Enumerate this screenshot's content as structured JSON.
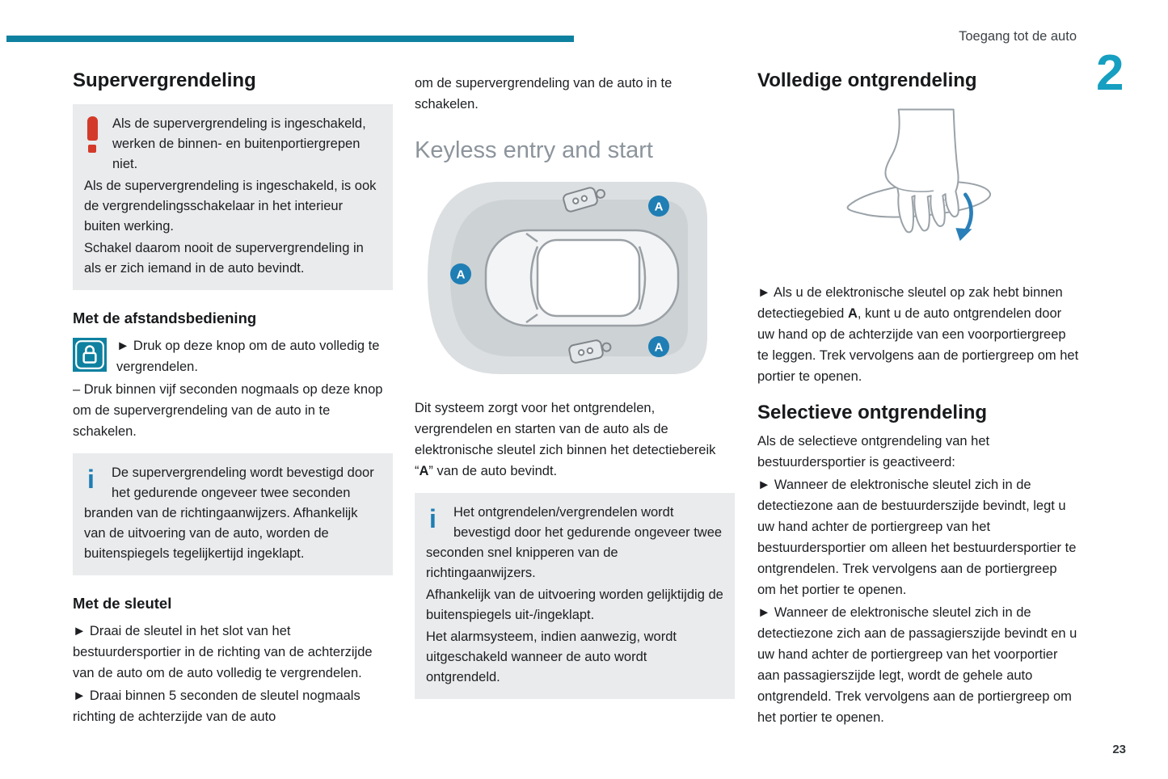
{
  "page": {
    "header": "Toegang tot de auto",
    "chapter": "2",
    "number": "23"
  },
  "colors": {
    "accent": "#0f81a0",
    "accent_bright": "#169fc0",
    "label_blue": "#1f7eb4",
    "warning_red": "#d43a2a",
    "box_bg": "#e9ebec"
  },
  "icons": {
    "info": "i"
  },
  "col1": {
    "heading": "Supervergrendeling",
    "warning": {
      "p1": "Als de supervergrendeling is ingeschakeld, werken de binnen- en buitenportiergrepen niet.",
      "p2": "Als de supervergrendeling is ingeschakeld, is ook de vergrendelingsschakelaar in het interieur buiten werking.",
      "p3": "Schakel daarom nooit de supervergrendeling in als er zich iemand in de auto bevindt."
    },
    "sub_remote": "Met de afstandsbediening",
    "remote_p1": "► Druk op deze knop om de auto volledig te vergrendelen.",
    "remote_p2": "– Druk binnen vijf seconden nogmaals op deze knop om de supervergrendeling van de auto in te schakelen.",
    "info_p1": "De supervergrendeling wordt bevestigd door het gedurende ongeveer twee seconden branden van de richtingaanwijzers. Afhankelijk van de uitvoering van de auto, worden de buitenspiegels tegelijkertijd ingeklapt.",
    "sub_key": "Met de sleutel",
    "key_p1": "► Draai de sleutel in het slot van het bestuurdersportier in de richting van de achterzijde van de auto om de auto volledig te vergrendelen.",
    "key_p2": "► Draai binnen 5 seconden de sleutel nogmaals richting de achterzijde van de auto"
  },
  "col2": {
    "continuation": "om de supervergrendeling van de auto in te schakelen.",
    "keyless_heading": "Keyless entry and start",
    "diagram": {
      "zone_label": "A"
    },
    "desc_pre": "Dit systeem zorgt voor het ontgrendelen, vergrendelen en starten van de auto als de elektronische sleutel zich binnen het detectiebereik “",
    "desc_bold": "A",
    "desc_post": "” van de auto bevindt.",
    "info_p1": "Het ontgrendelen/vergrendelen wordt bevestigd door het gedurende ongeveer twee seconden snel knipperen van de richtingaanwijzers.",
    "info_p2": "Afhankelijk van de uitvoering worden gelijktijdig de buitenspiegels uit-/ingeklapt.",
    "info_p3": "Het alarmsysteem, indien aanwezig, wordt uitgeschakeld wanneer de auto wordt ontgrendeld."
  },
  "col3": {
    "heading_full": "Volledige ontgrendeling",
    "p1_pre": "► Als u de elektronische sleutel op zak hebt binnen detectiegebied ",
    "p1_bold": "A",
    "p1_post": ", kunt u de auto ontgrendelen door uw hand op de achterzijde van een voorportiergreep te leggen. Trek vervolgens aan de portiergreep om het portier te openen.",
    "heading_selective": "Selectieve ontgrendeling",
    "p2": "Als de selectieve ontgrendeling van het bestuurdersportier is geactiveerd:",
    "p3": "► Wanneer de elektronische sleutel zich in de detectiezone aan de bestuurderszijde bevindt, legt u uw hand achter de portiergreep van het bestuurdersportier om alleen het bestuurdersportier te ontgrendelen. Trek vervolgens aan de portiergreep om het portier te openen.",
    "p4": "► Wanneer de elektronische sleutel zich in de detectiezone zich aan de passagierszijde bevindt en u uw hand achter de portiergreep van het voorportier aan passagierszijde legt, wordt de gehele auto ontgrendeld. Trek vervolgens aan de portiergreep om het portier te openen."
  }
}
